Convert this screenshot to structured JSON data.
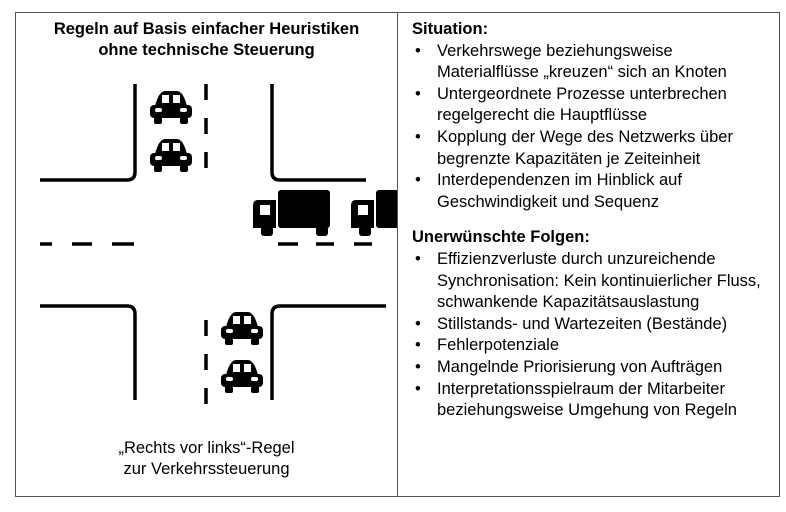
{
  "left": {
    "title_line1": "Regeln auf Basis einfacher Heuristiken",
    "title_line2": "ohne technische Steuerung",
    "caption_line1": "„Rechts vor links“-Regel",
    "caption_line2": "zur Verkehrssteuerung"
  },
  "situation": {
    "heading": "Situation:",
    "items": [
      "Verkehrswege beziehungsweise Materialflüsse „kreuzen“ sich an Knoten",
      "Untergeordnete Prozesse unterbrechen regelgerecht die Hauptflüsse",
      "Kopplung der Wege des Netzwerks über begrenzte Kapazitäten je Zeiteinheit",
      "Interdependenzen im Hinblick auf Geschwindigkeit und Sequenz"
    ]
  },
  "folgen": {
    "heading": "Unerwünschte Folgen:",
    "items": [
      "Effizienzverluste durch unzureichende Synchronisation: Kein kontinuierlicher Fluss, schwankende Kapazitätsauslastung",
      "Stillstands- und Wartezeiten (Bestände)",
      "Fehlerpotenziale",
      "Mangelnde Priorisierung von Aufträgen",
      "Interpretationsspielraum der Mitarbeiter beziehungsweise Umgehung von Regeln"
    ]
  },
  "icons": [
    "car-icon",
    "truck-icon"
  ]
}
